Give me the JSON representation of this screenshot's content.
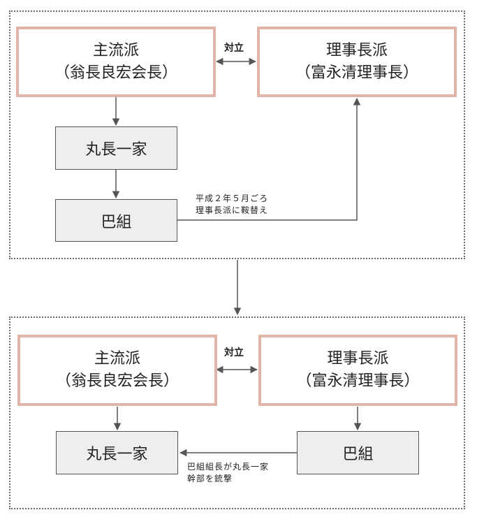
{
  "before": {
    "mainstream": {
      "name": "主流派",
      "leader": "（翁長良宏会長）"
    },
    "chairman": {
      "name": "理事長派",
      "leader": "（富永清理事長）"
    },
    "relation": "対立",
    "maruchou": "丸長一家",
    "tomoe": "巴組",
    "note": [
      "平成２年５月ごろ",
      "理事長派に鞍替え"
    ]
  },
  "after": {
    "mainstream": {
      "name": "主流派",
      "leader": "（翁長良宏会長）"
    },
    "chairman": {
      "name": "理事長派",
      "leader": "（富永清理事長）"
    },
    "relation": "対立",
    "maruchou": "丸長一家",
    "tomoe": "巴組",
    "note": [
      "巴組組長が丸長一家",
      "幹部を銃撃"
    ]
  }
}
